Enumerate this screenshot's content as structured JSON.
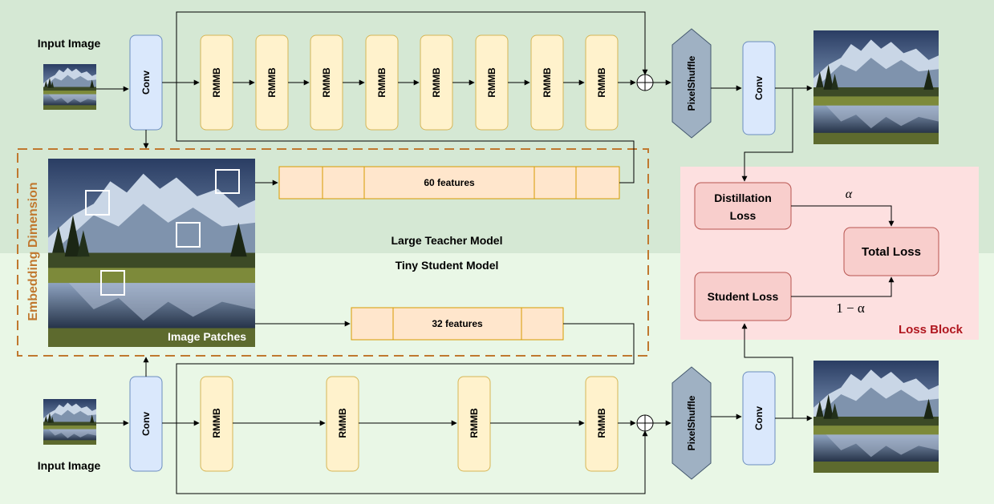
{
  "teacher": {
    "label": "Large Teacher Model",
    "input_label": "Input Image",
    "conv": "Conv",
    "blocks": [
      "RMMB",
      "RMMB",
      "RMMB",
      "RMMB",
      "RMMB",
      "RMMB",
      "RMMB",
      "RMMB"
    ],
    "pixelshuffle": "PixelShuffle",
    "conv2": "Conv",
    "features": "60 features"
  },
  "student": {
    "label": "Tiny Student Model",
    "input_label": "Input Image",
    "conv": "Conv",
    "blocks": [
      "RMMB",
      "RMMB",
      "RMMB",
      "RMMB"
    ],
    "pixelshuffle": "PixelShuffle",
    "conv2": "Conv",
    "features": "32 features"
  },
  "embedding": {
    "label": "Embedding Dimension",
    "patches_label": "Image Patches"
  },
  "loss": {
    "block_label": "Loss Block",
    "distillation": [
      "Distillation",
      "Loss"
    ],
    "student": "Student Loss",
    "total": "Total Loss",
    "alpha": "α",
    "one_minus_alpha": "1 − α"
  },
  "colors": {
    "teacher_bg": "#d5e8d4",
    "student_bg": "#e9f7e6",
    "rmmb_fill": "#fff2cc",
    "rmmb_stroke": "#d6b656",
    "conv_fill": "#dae8fc",
    "conv_stroke": "#6c8ebf",
    "pixelshuffle_fill": "#9fb1c3",
    "feature_fill": "#ffe6cc",
    "feature_stroke": "#d79b00",
    "loss_bg": "#fde0e0",
    "loss_box_fill": "#f8cecc",
    "loss_box_stroke": "#b85450",
    "embedding_stroke": "#c0782f",
    "loss_label": "#b0171f"
  }
}
